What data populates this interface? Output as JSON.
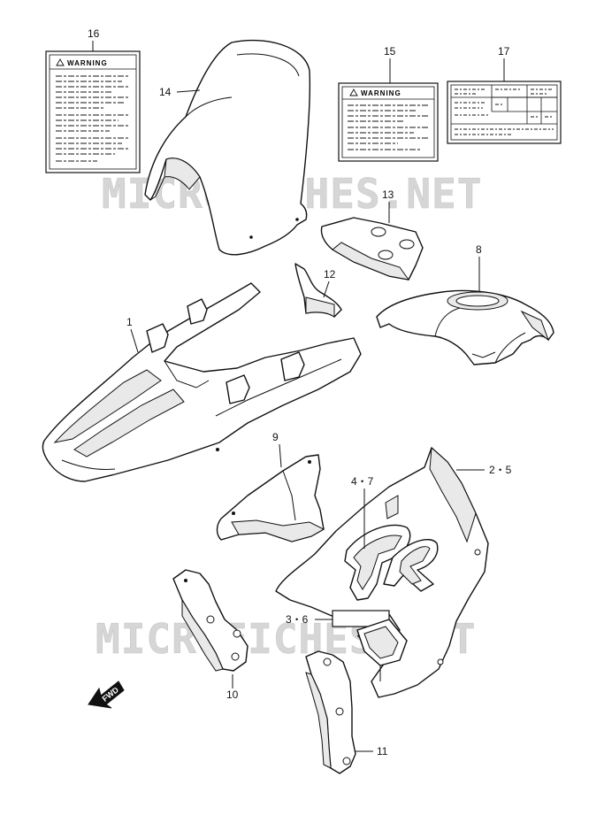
{
  "watermark": "MICROFICHES.NET",
  "fwd_arrow": "FWD",
  "warning_label_title": "WARNING",
  "callouts": {
    "p1": "1",
    "p2_5": "2・5",
    "p3_6": "3・6",
    "p4_7": "4・7",
    "p8": "8",
    "p9": "9",
    "p10": "10",
    "p11": "11",
    "p12": "12",
    "p13": "13",
    "p14": "14",
    "p15": "15",
    "p16": "16",
    "p17": "17"
  }
}
